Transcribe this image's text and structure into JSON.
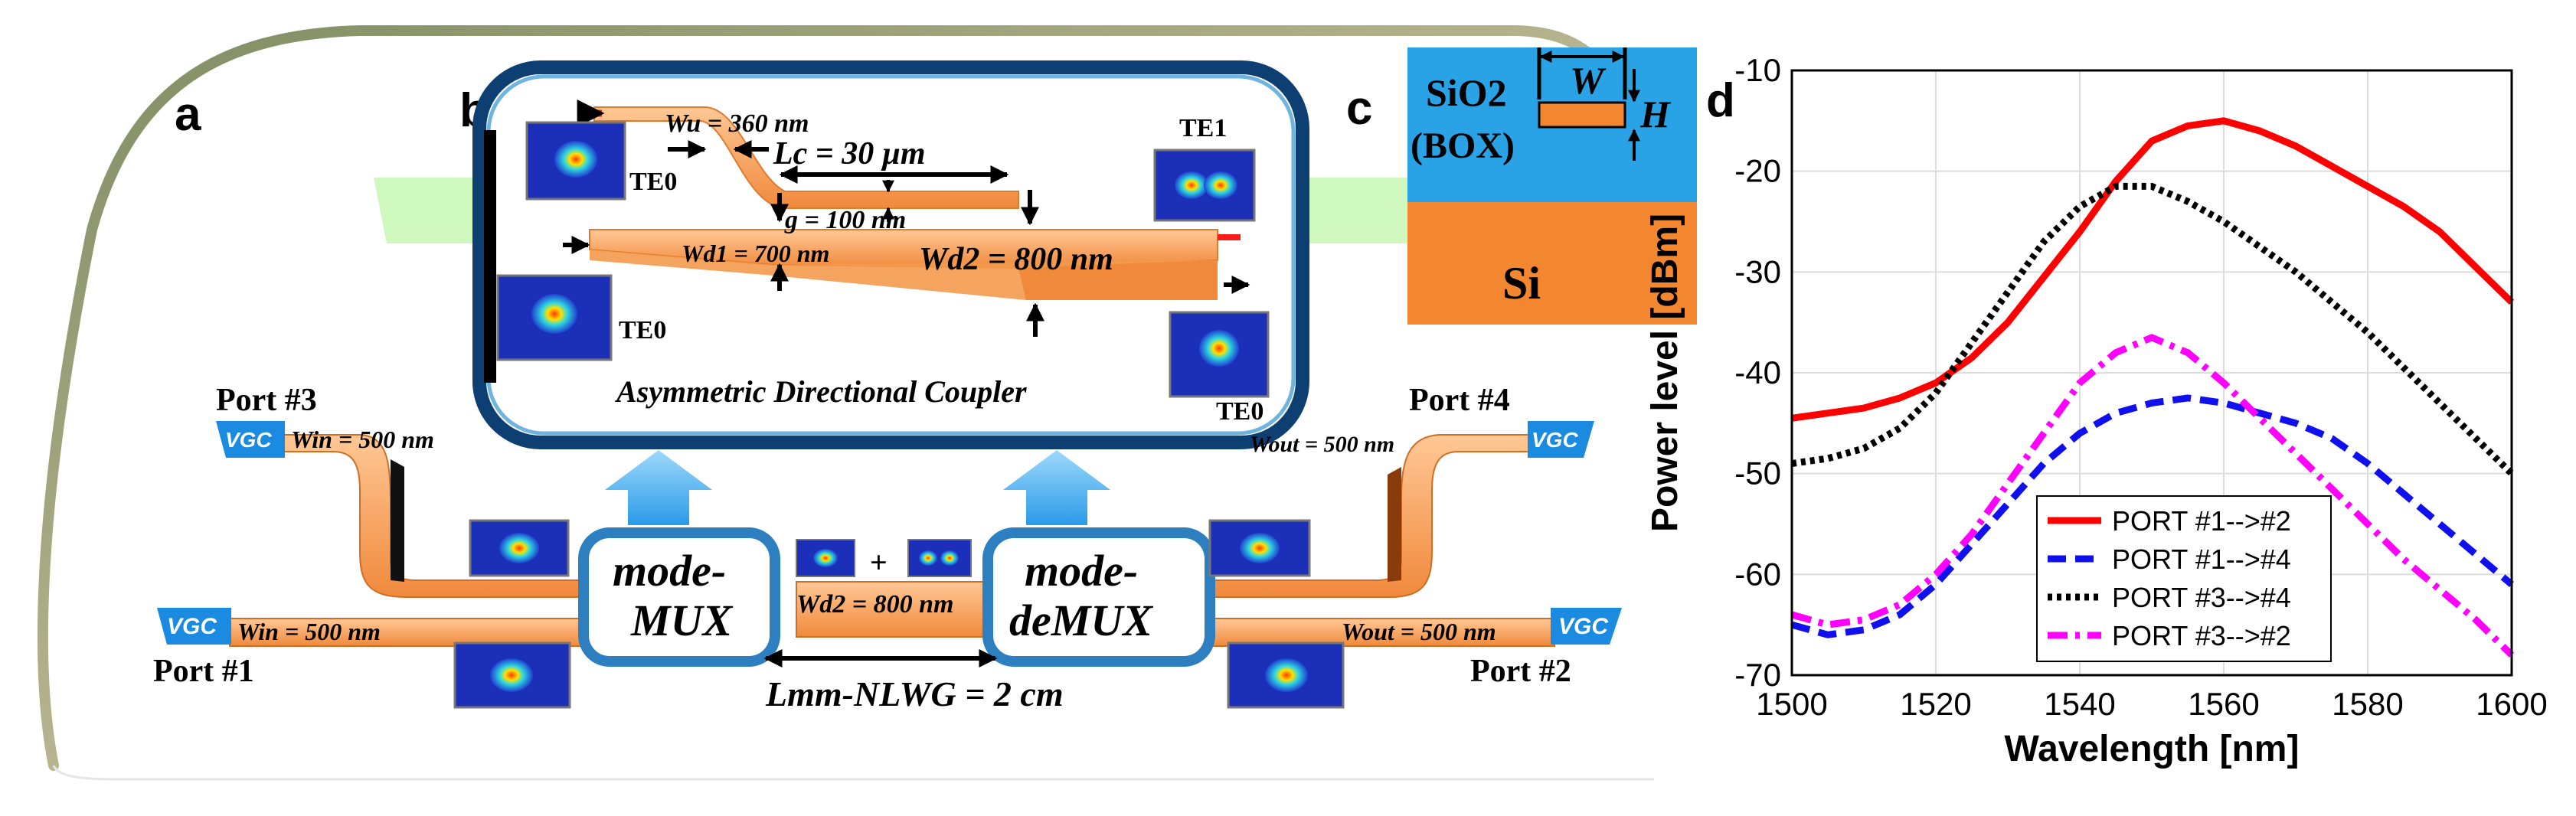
{
  "panels": {
    "a": "a",
    "b": "b",
    "c": "c",
    "d": "d"
  },
  "ports": {
    "p1": "Port #1",
    "p2": "Port #2",
    "p3": "Port #3",
    "p4": "Port #4"
  },
  "vgc": "VGC",
  "widths": {
    "win_top": "Win = 500 nm",
    "win_bottom": "Win = 500 nm",
    "wout_top": "Wout = 500 nm",
    "wout_bottom": "Wout = 500 nm",
    "wd2_mid": "Wd2 = 800 nm",
    "lmm": "Lmm-NLWG = 2 cm",
    "plus": "+"
  },
  "mux": {
    "mux_l1": "mode-",
    "mux_l2": "MUX",
    "demux_l1": "mode-",
    "demux_l2": "deMUX"
  },
  "coupler": {
    "title": "Asymmetric Directional Coupler",
    "wu": "Wu = 360 nm",
    "lc": "Lc = 30 µm",
    "g": "g = 100 nm",
    "wd1": "Wd1 = 700 nm",
    "wd2": "Wd2 = 800 nm",
    "te0_a": "TE0",
    "te0_b": "TE0",
    "te0_c": "TE0",
    "te1": "TE1"
  },
  "cross": {
    "sio2": "SiO2",
    "box": "(BOX)",
    "si": "Si",
    "w": "W",
    "h": "H"
  },
  "chart_data": {
    "type": "line",
    "xlabel": "Wavelength [nm]",
    "ylabel": "Power level [dBm]",
    "xlim": [
      1500,
      1600
    ],
    "ylim": [
      -70,
      -10
    ],
    "xticks": [
      1500,
      1520,
      1540,
      1560,
      1580,
      1600
    ],
    "yticks": [
      -10,
      -20,
      -30,
      -40,
      -50,
      -60,
      -70
    ],
    "grid": true,
    "legend": "lower-center",
    "x": [
      1500,
      1505,
      1510,
      1515,
      1520,
      1525,
      1530,
      1535,
      1540,
      1545,
      1550,
      1555,
      1560,
      1565,
      1570,
      1575,
      1580,
      1585,
      1590,
      1595,
      1600
    ],
    "series": [
      {
        "name": "PORT #1-->#2",
        "color": "#ff0000",
        "dash": "solid",
        "values": [
          -44.5,
          -44,
          -43.5,
          -42.5,
          -41,
          -38.5,
          -35,
          -30.5,
          -26,
          -21,
          -17,
          -15.5,
          -15,
          -16,
          -17.5,
          -19.5,
          -21.5,
          -23.5,
          -26,
          -29.5,
          -33
        ]
      },
      {
        "name": "PORT #1-->#4",
        "color": "#1010ee",
        "dash": "dash",
        "values": [
          -65,
          -66,
          -65.5,
          -64,
          -61,
          -57,
          -53,
          -49,
          -46,
          -44,
          -43,
          -42.5,
          -43,
          -44,
          -45,
          -46.5,
          -49,
          -52,
          -55,
          -58,
          -61
        ]
      },
      {
        "name": "PORT #3-->#4",
        "color": "#000000",
        "dash": "dot",
        "values": [
          -49,
          -48.5,
          -47.5,
          -45.5,
          -42,
          -37,
          -32,
          -27,
          -23.5,
          -21.5,
          -21.5,
          -23,
          -25,
          -27.5,
          -30,
          -33,
          -36,
          -39.5,
          -43,
          -46.5,
          -50
        ]
      },
      {
        "name": "PORT #3-->#2",
        "color": "#ff00ff",
        "dash": "dashdot",
        "values": [
          -64,
          -65,
          -64.5,
          -63,
          -60,
          -56,
          -51,
          -46,
          -41,
          -38,
          -36.5,
          -38,
          -41,
          -44.5,
          -48,
          -51.5,
          -55,
          -58.5,
          -61.5,
          -64.5,
          -68
        ]
      }
    ]
  }
}
